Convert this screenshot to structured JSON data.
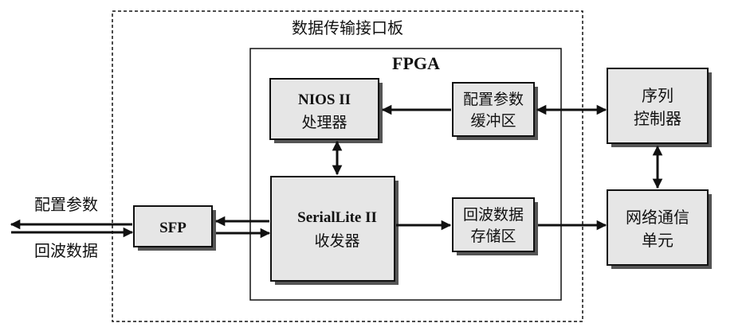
{
  "outer_label": "数据传输接口板",
  "fpga_label": "FPGA",
  "blocks": {
    "nios": {
      "line1": "NIOS II",
      "line2": "处理器"
    },
    "config_buffer": {
      "line1": "配置参数",
      "line2": "缓冲区"
    },
    "seq_controller": {
      "line1": "序列",
      "line2": "控制器"
    },
    "seriallite": {
      "line1": "SerialLite II",
      "line2": "收发器"
    },
    "echo_storage": {
      "line1": "回波数据",
      "line2": "存储区"
    },
    "network_unit": {
      "line1": "网络通信",
      "line2": "单元"
    },
    "sfp": {
      "line1": "SFP"
    }
  },
  "external_labels": {
    "config_params": "配置参数",
    "echo_data": "回波数据"
  }
}
